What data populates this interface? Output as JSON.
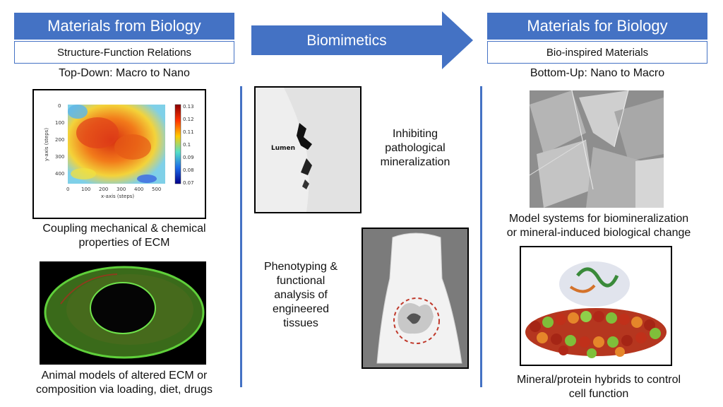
{
  "left": {
    "title": "Materials from Biology",
    "subtitle": "Structure-Function Relations",
    "direction": "Top-Down: Macro to Nano",
    "caption1_line1": "Coupling mechanical & chemical",
    "caption1_line2": "properties of ECM",
    "caption2_line1": "Animal models of altered ECM or",
    "caption2_line2": "composition via loading, diet, drugs"
  },
  "center": {
    "arrow_label": "Biomimetics",
    "image1_label": "Lumen",
    "caption1_line1": "Inhibiting",
    "caption1_line2": "pathological",
    "caption1_line3": "mineralization",
    "caption2_line1": "Phenotyping &",
    "caption2_line2": "functional",
    "caption2_line3": "analysis of",
    "caption2_line4": "engineered",
    "caption2_line5": "tissues"
  },
  "right": {
    "title": "Materials for Biology",
    "subtitle": "Bio-inspired Materials",
    "direction": "Bottom-Up: Nano to Macro",
    "caption1_line1": "Model systems for biomineralization",
    "caption1_line2": "or mineral-induced biological change",
    "caption2_line1": "Mineral/protein hybrids to control",
    "caption2_line2": "cell function"
  },
  "heatmap": {
    "xlabel": "x-axis (steps)",
    "ylabel": "y-axis (steps)",
    "xticks": [
      "0",
      "100",
      "200",
      "300",
      "400",
      "500"
    ],
    "yticks": [
      "0",
      "100",
      "200",
      "300",
      "400"
    ],
    "colorbar_ticks": [
      "0.13",
      "0.12",
      "0.11",
      "0.1",
      "0.09",
      "0.08",
      "0.07"
    ]
  },
  "colors": {
    "accent": "#4472c4",
    "arrow": "#4472c4",
    "dashed_circle": "#c0392b"
  }
}
